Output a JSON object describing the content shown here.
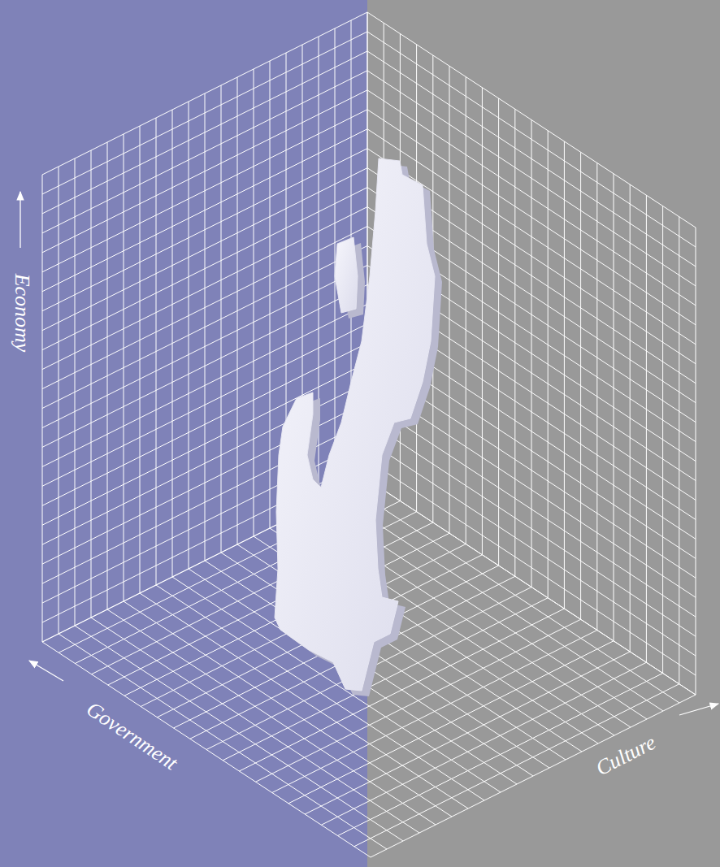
{
  "diagram": {
    "labels": [
      "Economy",
      "Government",
      "Culture"
    ]
  }
}
